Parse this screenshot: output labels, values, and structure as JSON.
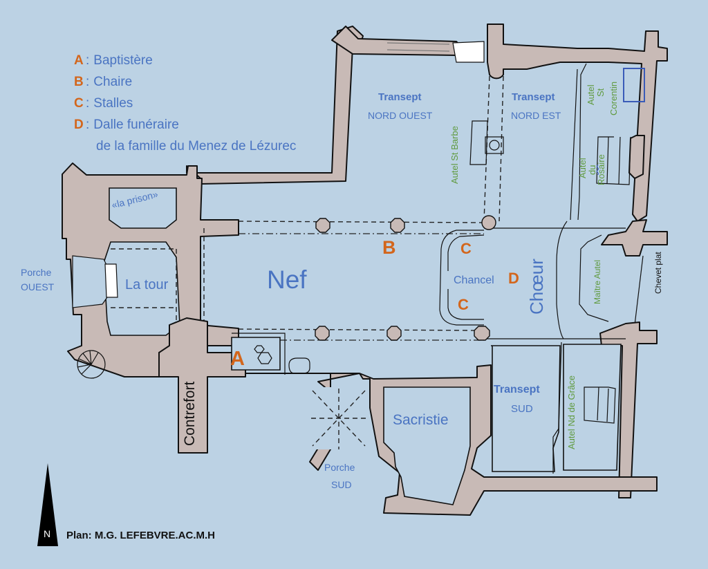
{
  "legend": {
    "items": [
      {
        "key": "A",
        "separator": ":",
        "label": "Baptistère"
      },
      {
        "key": "B",
        "separator": ":",
        "label": "Chaire"
      },
      {
        "key": "C",
        "separator": ":",
        "label": "Stalles"
      },
      {
        "key": "D",
        "separator": ":",
        "label": "Dalle funéraire"
      }
    ],
    "continuation": "de la famille du Menez de Lézurec"
  },
  "rooms": {
    "nef": "Nef",
    "la_tour": "La tour",
    "la_prison": "«la prison»",
    "porche_ouest": [
      "Porche",
      "OUEST"
    ],
    "porche_sud": [
      "Porche",
      "SUD"
    ],
    "contrefort": "Contrefort",
    "sacristie": "Sacristie",
    "chancel": "Chancel",
    "choeur": "Chœur",
    "transept_nord_ouest": [
      "Transept",
      "NORD OUEST"
    ],
    "transept_nord_est": [
      "Transept",
      "NORD EST"
    ],
    "transept_sud": [
      "Transept",
      "SUD"
    ],
    "chevet_plat": "Chevet plat"
  },
  "altars": {
    "st_barbe": "Autel St Barbe",
    "st_corentin": [
      "Autel",
      "St",
      "Corentin"
    ],
    "rosaire": [
      "Autel",
      "du",
      "Rosaire"
    ],
    "maitre_autel": "Maître Autel",
    "nd_de_grace": "Autel Nd de Grâce"
  },
  "markers": {
    "A": "A",
    "B": "B",
    "C1": "C",
    "C2": "C",
    "D": "D"
  },
  "north_arrow": {
    "letter": "N"
  },
  "credit": "Plan: M.G. LEFEBVRE.AC.M.H",
  "colors": {
    "background": "#bcd2e4",
    "wall": "#c8bab6",
    "label_blue": "#4a74c2",
    "marker_orange": "#d3661c",
    "altar_green": "#5f9a3e"
  }
}
